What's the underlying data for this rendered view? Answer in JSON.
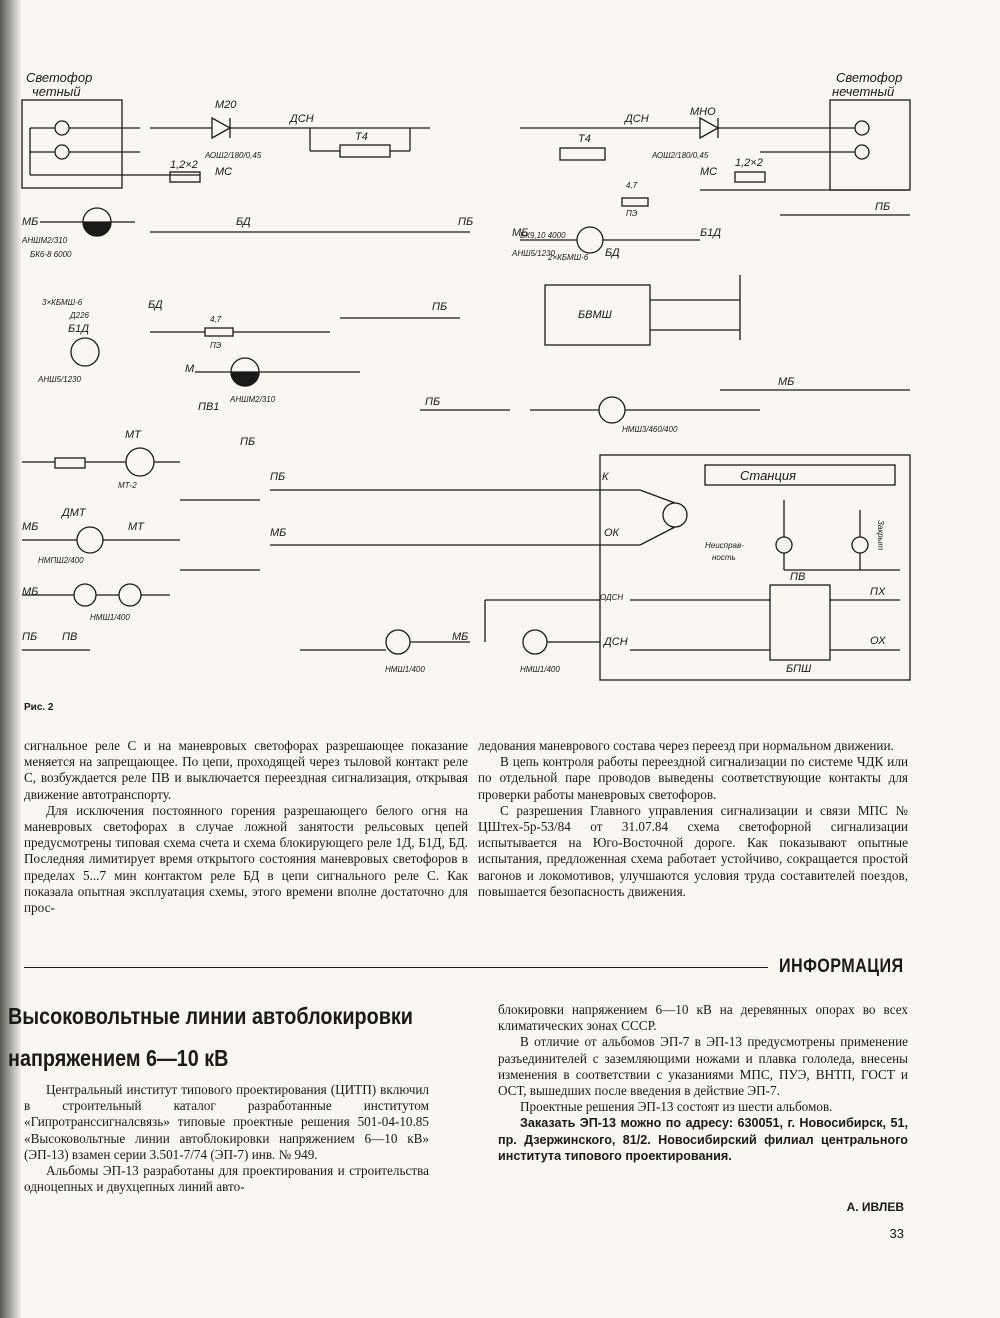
{
  "figure": {
    "caption": "Рис. 2",
    "labels": {
      "sv_chet_1": "Светофор",
      "sv_chet_2": "четный",
      "sv_nechet_1": "Светофор",
      "sv_nechet_2": "нечетный",
      "stanciya": "Станция",
      "zakryt": "Закрыт",
      "neisprav_1": "Неисправ-",
      "neisprav_2": "ность",
      "m20": "М20",
      "aosh_l": "АОШ2/180/0,45",
      "mno": "МНО",
      "aosh_r": "АОШ2/180/0,45",
      "dsn": "ДСН",
      "t4": "Т4",
      "r12_l": "1,2×2",
      "r12_r": "1,2×2",
      "ms": "МС",
      "bk9": "БК9,10 4000",
      "kbmsh6_l": "3×КБМШ-6",
      "kbmsh6_r": "2×КБМШ-6",
      "d226": "Д226",
      "b1d": "Б1Д",
      "ansh5": "АНШ5/1230",
      "anshm2": "АНШМ2/310",
      "bk6": "БК6-8 6000",
      "bd": "БД",
      "bvmsh": "БВМШ",
      "nmsh3": "НМШ3/460/400",
      "mt": "МТ",
      "mt2": "МТ-2",
      "dmt": "ДМТ",
      "nmpsh": "НМПШ2/400",
      "nmsh1_a": "НМШ1/400",
      "nmsh1_b": "НМШ1/400",
      "nmsh1_c": "НМШ1/400",
      "pv": "ПВ",
      "bpsh": "БПШ",
      "mb": "МБ",
      "pb": "ПБ",
      "odsn": "ОДСН",
      "px": "ПХ",
      "ox": "ОХ",
      "k": "К",
      "ok": "ОК",
      "pe": "ПЭ",
      "r47": "4,7"
    }
  },
  "article1": {
    "col1": [
      "сигнальное реле С и на маневровых светофорах разрешающее показание меняется на запрещающее. По цепи, проходящей через тыловой контакт реле С, возбуждается реле ПВ и выключается переездная сигнализация, открывая движение автотранспорту.",
      "Для исключения постоянного горения разрешающего белого огня на маневровых светофорах в случае ложной занятости рельсовых цепей предусмотрены типовая схема счета и схема блокирующего реле 1Д, Б1Д, БД. Последняя лимитирует время открытого состояния маневровых светофоров в пределах 5...7 мин контактом реле БД в цепи сигнального реле С. Как показала опытная эксплуатация схемы, этого времени вполне достаточно для прос-"
    ],
    "col2": [
      "ледования маневрового состава через переезд при нормальном движении.",
      "В цепь контроля работы переездной сигнализации по системе ЧДК или по отдельной паре проводов выведены соответствующие контакты для проверки работы маневровых светофоров.",
      "С разрешения Главного управления сигнализации и связи МПС № ЦШтех-5р-53/84 от 31.07.84 схема светофорной сигнализации испытывается на Юго-Восточной дороге. Как показывают опытные испытания, предложенная схема работает устойчиво, сокращается простой вагонов и локомотивов, улучшаются условия труда составителей поездов, повышается безопасность движения."
    ]
  },
  "section_title": "ИНФОРМАЦИЯ",
  "article2": {
    "headline_1": "Высоковольтные линии автоблокировки",
    "headline_2": "напряжением 6—10 кВ",
    "col1": [
      "Центральный институт типового проектирования (ЦИТП) включил в строительный каталог разработанные институтом «Гипротранссигналсвязь» типовые проектные решения 501-04-10.85 «Высоковольтные линии автоблокировки напряжением 6—10 кВ» (ЭП-13) взамен серии 3.501-7/74 (ЭП-7) инв. № 949.",
      "Альбомы ЭП-13 разработаны для проектирования и строительства одноцепных и двухцепных линий авто-"
    ],
    "col2": [
      "блокировки напряжением 6—10 кВ на деревянных опорах во всех климатических зонах СССР.",
      "В отличие от альбомов ЭП-7 в ЭП-13 предусмотрены применение разъединителей с заземляющими ножами и плавка гололеда, внесены изменения в соответствии с указаниями МПС, ПУЭ, ВНТП, ГОСТ и ОСТ, вышедших после введения в действие ЭП-7.",
      "Проектные решения ЭП-13 состоят из шести альбомов.",
      "Заказать ЭП-13 можно по адресу: 630051, г. Новосибирск, 51, пр. Дзержинского, 81/2. Новосибирский филиал центрального института типового проектирования."
    ],
    "author": "А. ИВЛЕВ"
  },
  "page_number": "33"
}
